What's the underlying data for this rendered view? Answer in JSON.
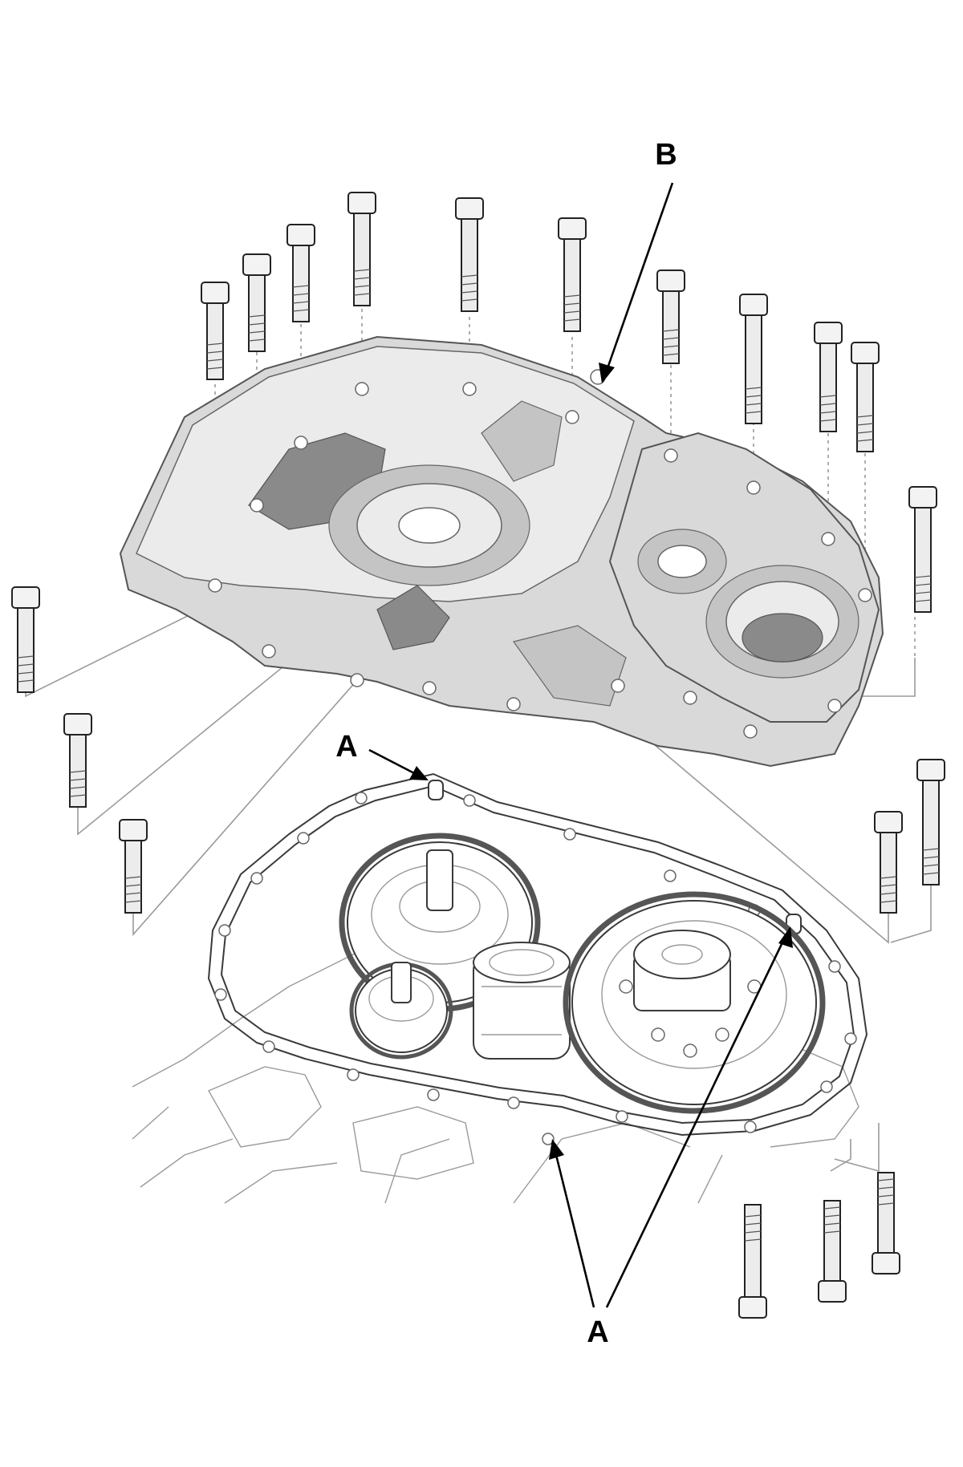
{
  "figure": {
    "callouts": {
      "b_label": "B",
      "a_label_top": "A",
      "a_label_bottom": "A"
    }
  }
}
